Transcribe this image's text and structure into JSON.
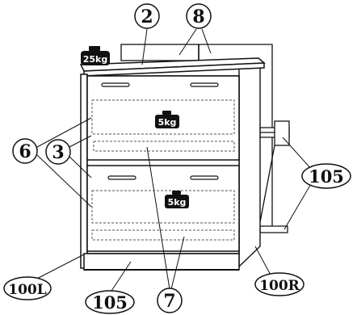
{
  "callouts": {
    "c2": "2",
    "c8": "8",
    "c6": "6",
    "c3": "3",
    "c105_side": "105",
    "c100L": "100L",
    "c105_bottom": "105",
    "c7": "7",
    "c100R": "100R"
  },
  "weights": {
    "top": "25kg",
    "upper_drawer": "5kg",
    "lower_drawer": "5kg"
  },
  "colors": {
    "ink": "#111111",
    "panel": "#ffffff",
    "dash": "#555555"
  }
}
